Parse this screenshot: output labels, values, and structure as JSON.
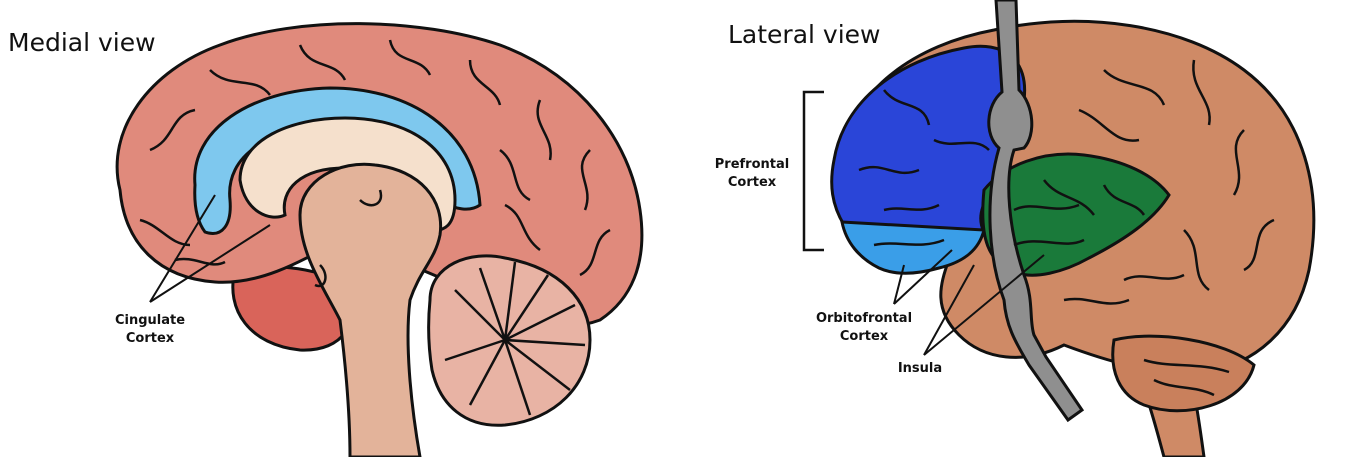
{
  "medial": {
    "title": "Medial view",
    "cingulate_line1": "Cingulate",
    "cingulate_line2": "Cortex"
  },
  "lateral": {
    "title": "Lateral view",
    "prefrontal_line1": "Prefrontal",
    "prefrontal_line2": "Cortex",
    "orbito_line1": "Orbitofrontal",
    "orbito_line2": "Cortex",
    "insula": "Insula"
  },
  "colors": {
    "cortex_pink": "#e08a7c",
    "cingulate_blue": "#7ec8ee",
    "corpus_callosum": "#f5e0cc",
    "brainstem": "#e3b39a",
    "lateral_brown": "#cf8a66",
    "prefrontal_blue": "#2a45d8",
    "orbitofrontal_blue": "#3a9ee8",
    "insula_green": "#1a7a3a",
    "pole_gray": "#8f8f8f"
  }
}
